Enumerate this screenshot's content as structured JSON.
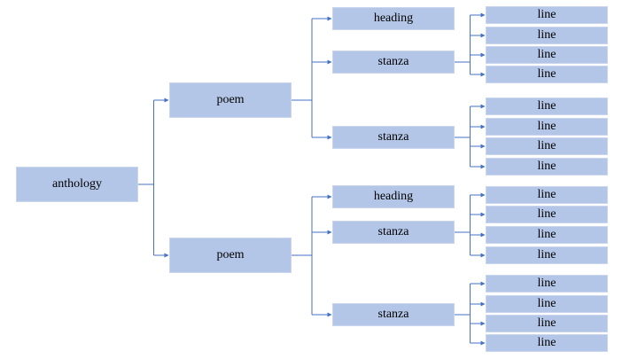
{
  "colors": {
    "box_fill": "#b3c6e7",
    "connector": "#4472c4"
  },
  "tree": {
    "root": {
      "label": "anthology",
      "children": [
        {
          "label": "poem",
          "children": [
            {
              "label": "heading",
              "children": []
            },
            {
              "label": "stanza",
              "children": [
                {
                  "label": "line"
                },
                {
                  "label": "line"
                },
                {
                  "label": "line"
                },
                {
                  "label": "line"
                }
              ]
            },
            {
              "label": "stanza",
              "children": [
                {
                  "label": "line"
                },
                {
                  "label": "line"
                },
                {
                  "label": "line"
                },
                {
                  "label": "line"
                }
              ]
            }
          ]
        },
        {
          "label": "poem",
          "children": [
            {
              "label": "heading",
              "children": []
            },
            {
              "label": "stanza",
              "children": [
                {
                  "label": "line"
                },
                {
                  "label": "line"
                },
                {
                  "label": "line"
                },
                {
                  "label": "line"
                }
              ]
            },
            {
              "label": "stanza",
              "children": [
                {
                  "label": "line"
                },
                {
                  "label": "line"
                },
                {
                  "label": "line"
                },
                {
                  "label": "line"
                }
              ]
            }
          ]
        }
      ]
    }
  }
}
